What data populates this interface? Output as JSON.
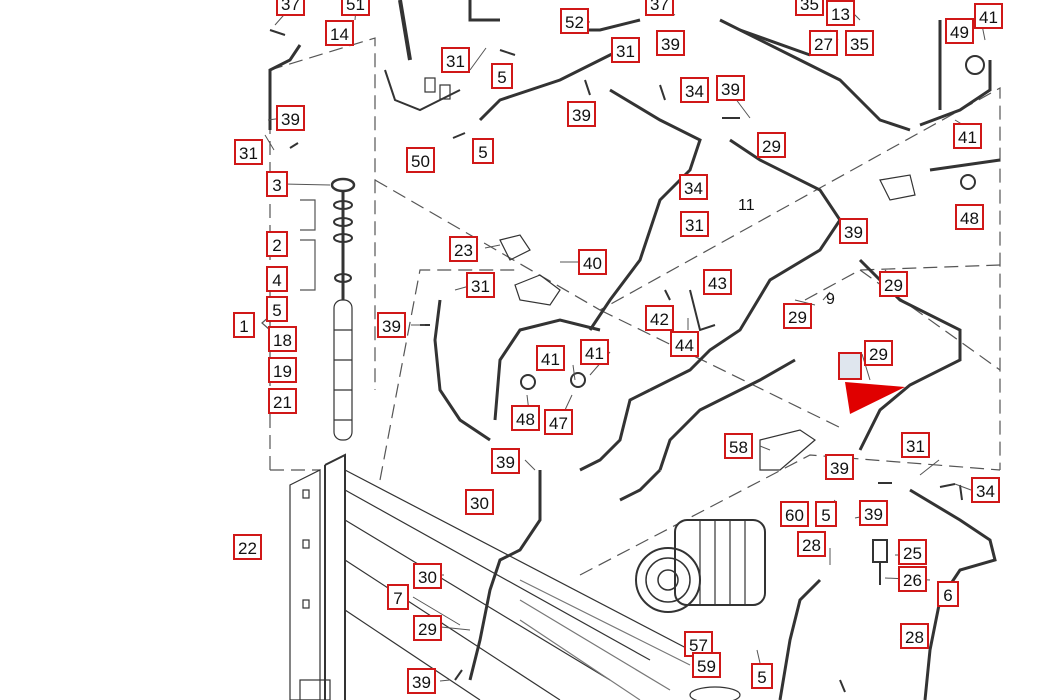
{
  "labels": [
    "37",
    "51",
    "14",
    "52",
    "37",
    "35",
    "13",
    "41",
    "49",
    "39",
    "31",
    "5",
    "39",
    "27",
    "35",
    "34",
    "39",
    "39",
    "31",
    "50",
    "29",
    "5",
    "41",
    "31",
    "3",
    "34",
    "11",
    "2",
    "48",
    "31",
    "23",
    "40",
    "39",
    "4",
    "29",
    "5",
    "31",
    "43",
    "1",
    "39",
    "42",
    "9",
    "18",
    "29",
    "44",
    "19",
    "41",
    "41",
    "21",
    "29",
    "48",
    "47",
    "39",
    "58",
    "31",
    "30",
    "34",
    "39",
    "60",
    "5",
    "39",
    "22",
    "28",
    "25",
    "30",
    "26",
    "7",
    "6",
    "29",
    "57",
    "28",
    "39",
    "59",
    "5"
  ],
  "arrow_color": "#e00000",
  "label_border_color": "#d01818",
  "highlight_fill": "#dfe6ee",
  "icons": [
    "red-pointer-arrow-icon"
  ]
}
